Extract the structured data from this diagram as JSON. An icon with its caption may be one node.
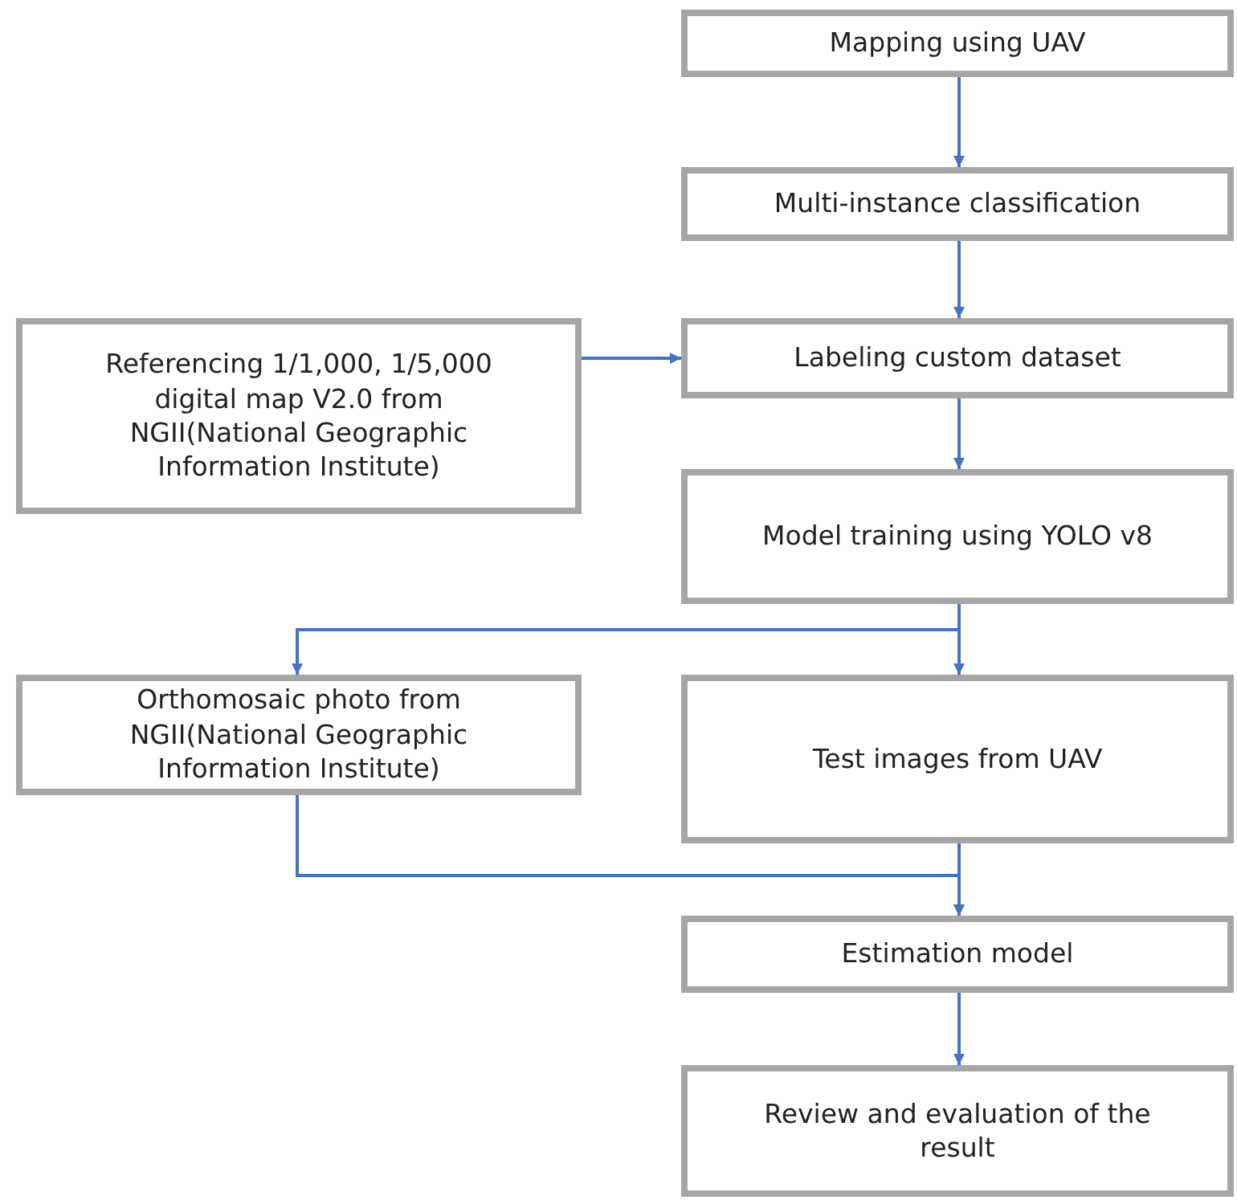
{
  "diagram": {
    "nodes": [
      {
        "text": [
          "Mapping using UAV"
        ]
      },
      {
        "text": [
          "Multi-instance classification"
        ]
      },
      {
        "text": [
          "Labeling custom dataset"
        ]
      },
      {
        "text": [
          "Referencing 1/1,000, 1/5,000 digital map V2.0 from NGII(National Geographic Information Institute)"
        ]
      },
      {
        "text": [
          "Model training using YOLO v8"
        ]
      },
      {
        "text": [
          "Orthomosaic photo from NGII(National Geographic Information Institute)"
        ]
      },
      {
        "text": [
          "Test images from UAV"
        ]
      },
      {
        "text": [
          "Estimation model"
        ]
      },
      {
        "text": [
          "Review and evaluation of the result"
        ]
      }
    ],
    "edges": [
      {
        "from": 0,
        "to": 1,
        "arrow": "to"
      },
      {
        "from": 1,
        "to": 2,
        "arrow": "to"
      },
      {
        "from": 3,
        "to": 2,
        "arrow": "to"
      },
      {
        "from": 2,
        "to": 4,
        "arrow": "to"
      },
      {
        "from": 4,
        "to": 5,
        "arrow": "to"
      },
      {
        "from": 4,
        "to": 6,
        "arrow": "to"
      },
      {
        "from": 5,
        "to": 7,
        "arrow": "to"
      },
      {
        "from": 6,
        "to": 7,
        "arrow": "to"
      },
      {
        "from": 7,
        "to": 8,
        "arrow": "to"
      }
    ]
  }
}
